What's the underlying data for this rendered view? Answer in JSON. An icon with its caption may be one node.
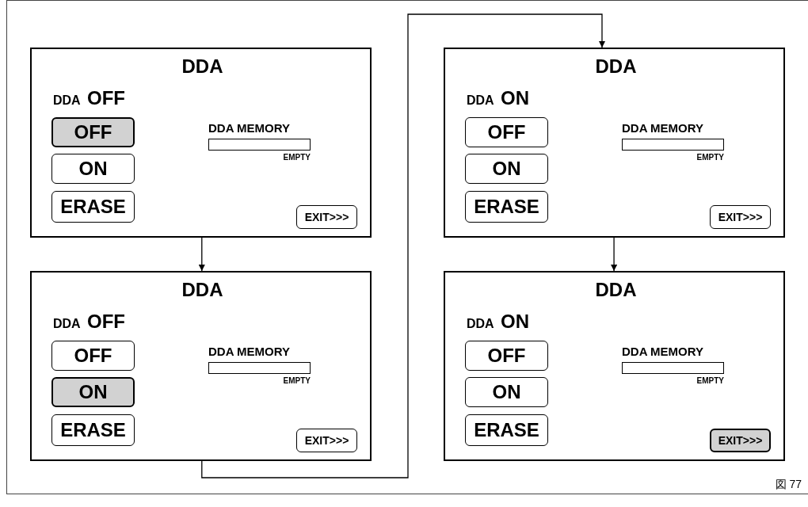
{
  "diagram": {
    "nodes": [
      {
        "text": [
          "DDA",
          "DDA",
          "OFF",
          "DDA MEMORY",
          "EMPTY"
        ]
      },
      {
        "text": [
          "OFF"
        ],
        "in": 0
      },
      {
        "text": [
          "ON"
        ],
        "in": 0
      },
      {
        "text": [
          "ERASE"
        ],
        "in": 0
      },
      {
        "text": [],
        "shape": "bar",
        "in": 0
      },
      {
        "text": [
          "EXIT>>>"
        ],
        "in": 0
      },
      {
        "text": [
          "DDA",
          "DDA",
          "OFF",
          "DDA MEMORY",
          "EMPTY"
        ]
      },
      {
        "text": [
          "OFF"
        ],
        "in": 6
      },
      {
        "text": [
          "ON"
        ],
        "in": 6
      },
      {
        "text": [
          "ERASE"
        ],
        "in": 6
      },
      {
        "text": [],
        "shape": "bar",
        "in": 6
      },
      {
        "text": [
          "EXIT>>>"
        ],
        "in": 6
      },
      {
        "text": [
          "DDA",
          "DDA",
          "ON",
          "DDA MEMORY",
          "EMPTY"
        ]
      },
      {
        "text": [
          "OFF"
        ],
        "in": 12
      },
      {
        "text": [
          "ON"
        ],
        "in": 12
      },
      {
        "text": [
          "ERASE"
        ],
        "in": 12
      },
      {
        "text": [],
        "shape": "bar",
        "in": 12
      },
      {
        "text": [
          "EXIT>>>"
        ],
        "in": 12
      },
      {
        "text": [
          "DDA",
          "DDA",
          "ON",
          "DDA MEMORY",
          "EMPTY"
        ]
      },
      {
        "text": [
          "OFF"
        ],
        "in": 18
      },
      {
        "text": [
          "ON"
        ],
        "in": 18
      },
      {
        "text": [
          "ERASE"
        ],
        "in": 18
      },
      {
        "text": [],
        "shape": "bar",
        "in": 18
      },
      {
        "text": [
          "EXIT>>>"
        ],
        "in": 18
      }
    ],
    "edges": [
      {
        "from": 0,
        "to": 6,
        "arrow": "to"
      },
      {
        "from": 6,
        "to": 12,
        "arrow": "to"
      },
      {
        "from": 12,
        "to": 18,
        "arrow": "to"
      }
    ],
    "labels": [
      "図 77"
    ]
  }
}
